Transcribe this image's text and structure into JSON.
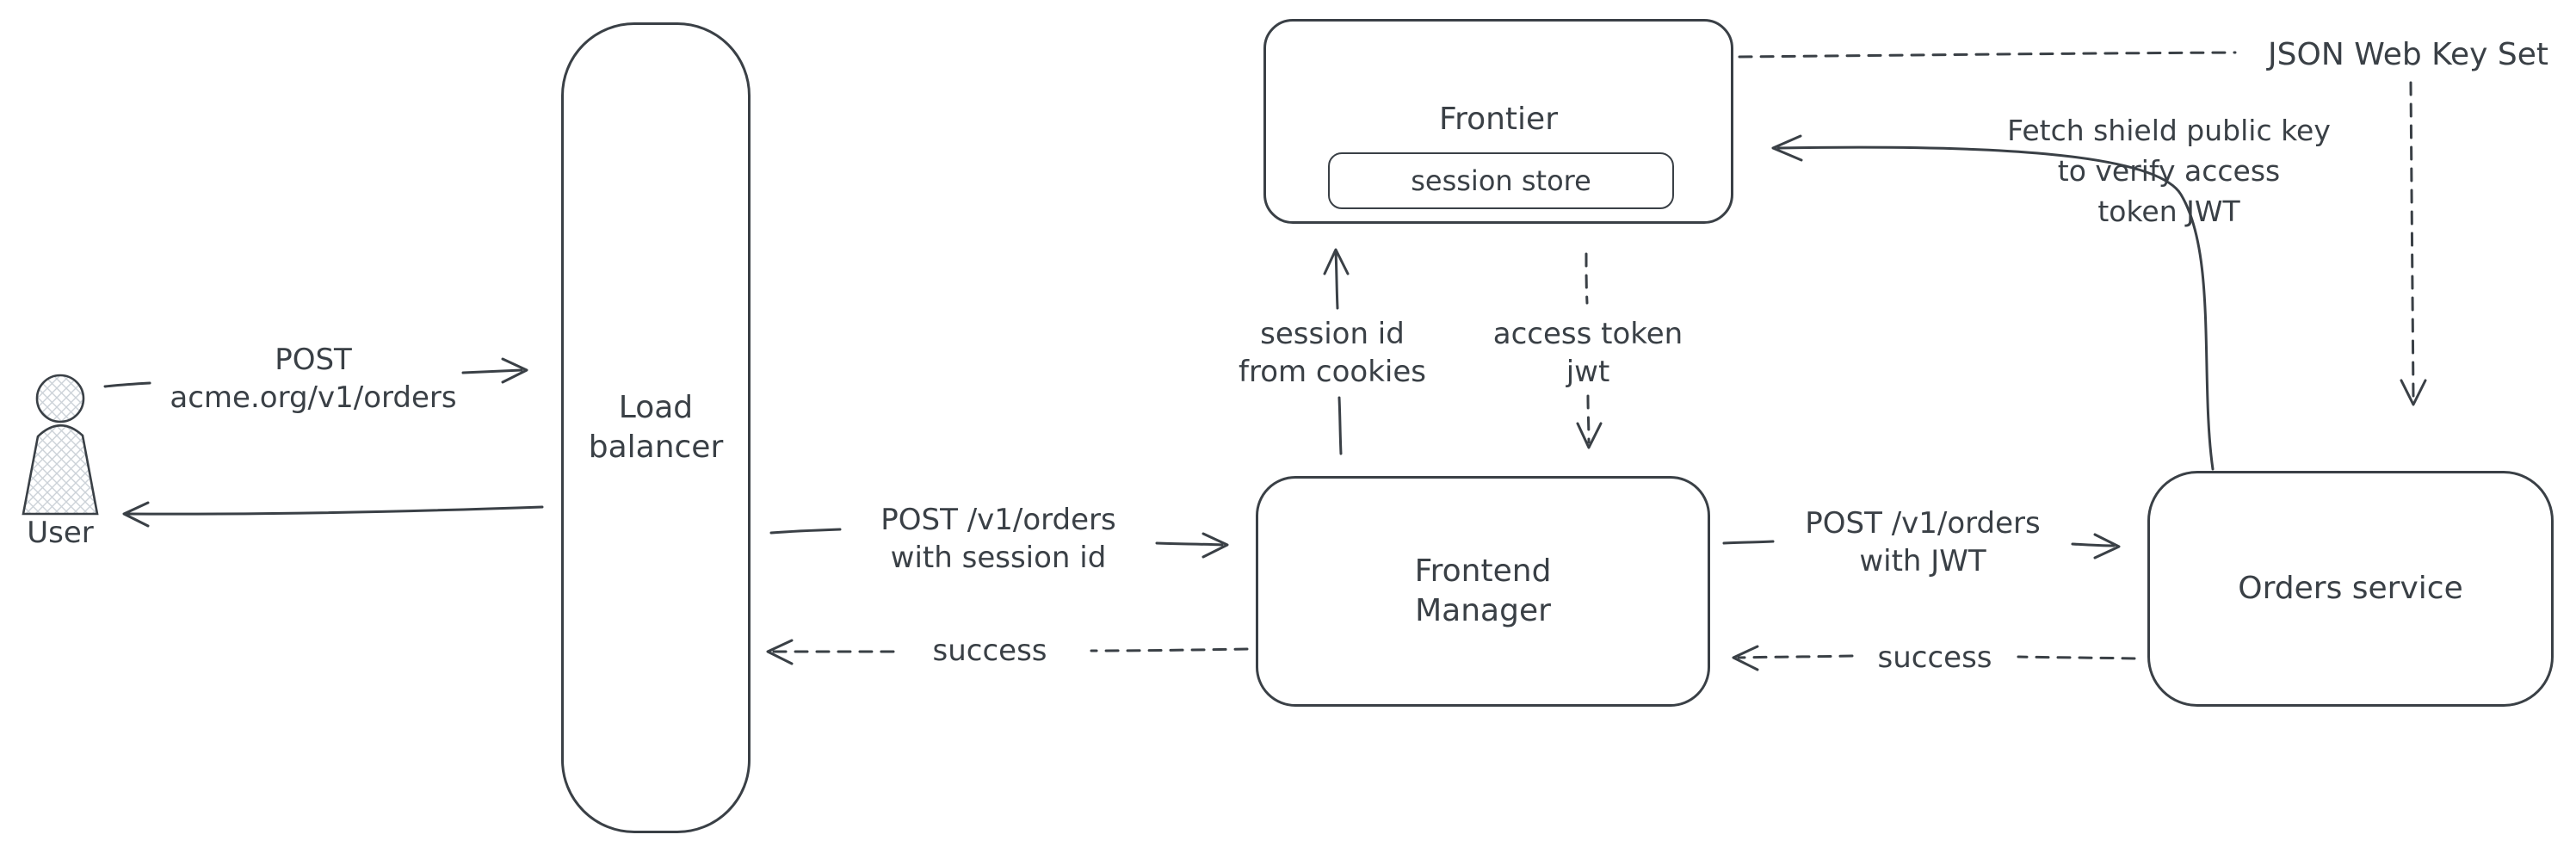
{
  "canvas": {
    "background": "#ffffff",
    "ink": "#3a4046"
  },
  "nodes": {
    "user": {
      "label": "User"
    },
    "load_balancer": {
      "line1": "Load",
      "line2": "balancer"
    },
    "frontier": {
      "title": "Frontier",
      "session_store": "session store"
    },
    "frontend_manager": {
      "line1": "Frontend",
      "line2": "Manager"
    },
    "orders_service": {
      "label": "Orders service"
    },
    "jwks": {
      "label": "JSON Web Key Set"
    }
  },
  "edges": {
    "user_to_lb": {
      "line1": "POST",
      "line2": "acme.org/v1/orders"
    },
    "lb_to_fm": {
      "line1": "POST /v1/orders",
      "line2": "with session id"
    },
    "fm_to_lb": {
      "label": "success"
    },
    "fm_to_frontier": {
      "line1": "session id",
      "line2": "from cookies"
    },
    "frontier_to_fm": {
      "line1": "access token",
      "line2": "jwt"
    },
    "fm_to_orders": {
      "line1": "POST /v1/orders",
      "line2": "with JWT"
    },
    "orders_to_fm": {
      "label": "success"
    },
    "orders_to_frontier": {
      "line1": "Fetch shield public key",
      "line2": "to verify access",
      "line3": "token JWT"
    }
  }
}
